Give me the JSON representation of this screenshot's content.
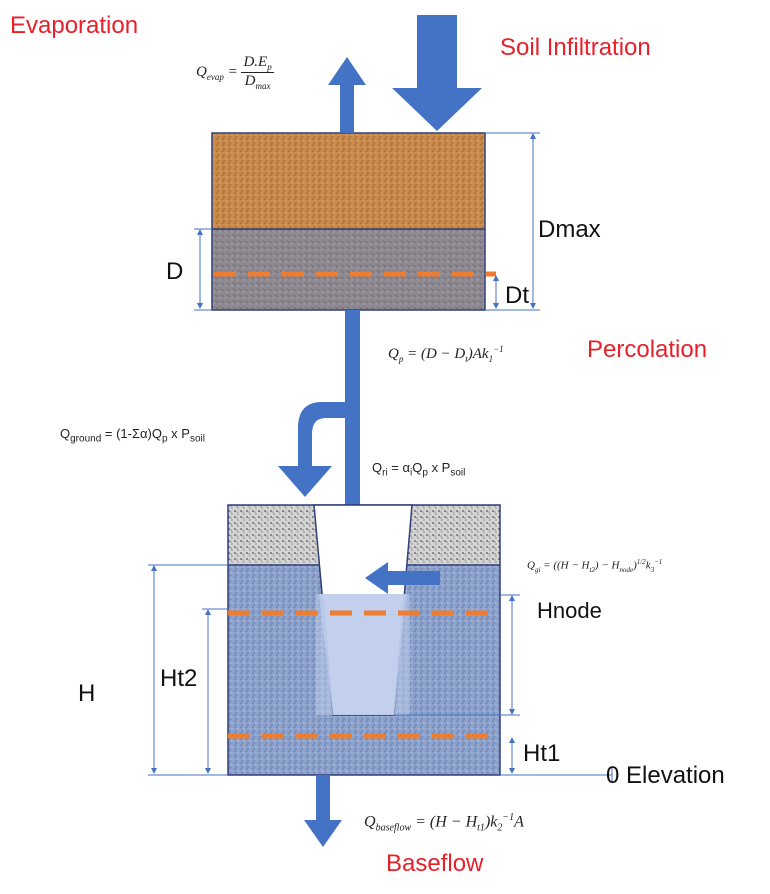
{
  "labels": {
    "evaporation": "Evaporation",
    "soil_infiltration": "Soil Infiltration",
    "percolation": "Percolation",
    "baseflow": "Baseflow",
    "dmax": "Dmax",
    "d": "D",
    "dt": "Dt",
    "hnode": "Hnode",
    "h": "H",
    "ht2": "Ht2",
    "ht1": "Ht1",
    "elevation": "0 Elevation"
  },
  "equations": {
    "q_evap_lhs": "Q",
    "q_evap_sub": "evap",
    "q_evap_num": "D.E",
    "q_evap_num_sub": "p",
    "q_evap_den": "D",
    "q_evap_den_sub": "max",
    "q_p": "Q",
    "q_p_sub": "p",
    "q_p_rhs": " = (D − D",
    "q_p_rhs_sub": "t",
    "q_p_rhs2": ")Ak",
    "q_p_k_sub": "1",
    "q_p_k_sup": "−1",
    "q_ground_lhs": "Q",
    "q_ground_sub": "ground",
    "q_ground_rhs": " = (1-Σα)Q",
    "q_ground_p_sub": "p",
    "q_ground_tail": " x P",
    "q_ground_soil_sub": "soil",
    "q_ri_lhs": "Q",
    "q_ri_sub": "ri",
    "q_ri_rhs": " = α",
    "q_ri_i_sub": "i",
    "q_ri_mid": "Q",
    "q_ri_p_sub": "p",
    "q_ri_tail": " x P",
    "q_ri_soil_sub": "soil",
    "q_gi": "Q",
    "q_gi_sub": "gi",
    "q_gi_rhs": " = ((H − H",
    "q_gi_t2": "t2",
    "q_gi_mid": ") − H",
    "q_gi_node": "node",
    "q_gi_end": ")",
    "q_gi_sup": "1/2",
    "q_gi_k": "k",
    "q_gi_k_sub": "3",
    "q_gi_k_sup": "−1",
    "q_base": "Q",
    "q_base_sub": "baseflow",
    "q_base_rhs": " = (H − H",
    "q_base_t1": "t1",
    "q_base_mid": ")k",
    "q_base_k_sub": "2",
    "q_base_k_sup": "−1",
    "q_base_end": "A"
  },
  "colors": {
    "arrow_blue": "#4472c4",
    "label_red": "#e8202a",
    "dash_orange": "#ed7d31",
    "soil_brown": "#c98a4c",
    "soil_gray": "#8e8a8e",
    "aquifer_blue": "#8aa0c8",
    "gravel_gray": "#c8c8c8",
    "box_border": "#2f3f7a",
    "dim_line": "#4472c4"
  }
}
